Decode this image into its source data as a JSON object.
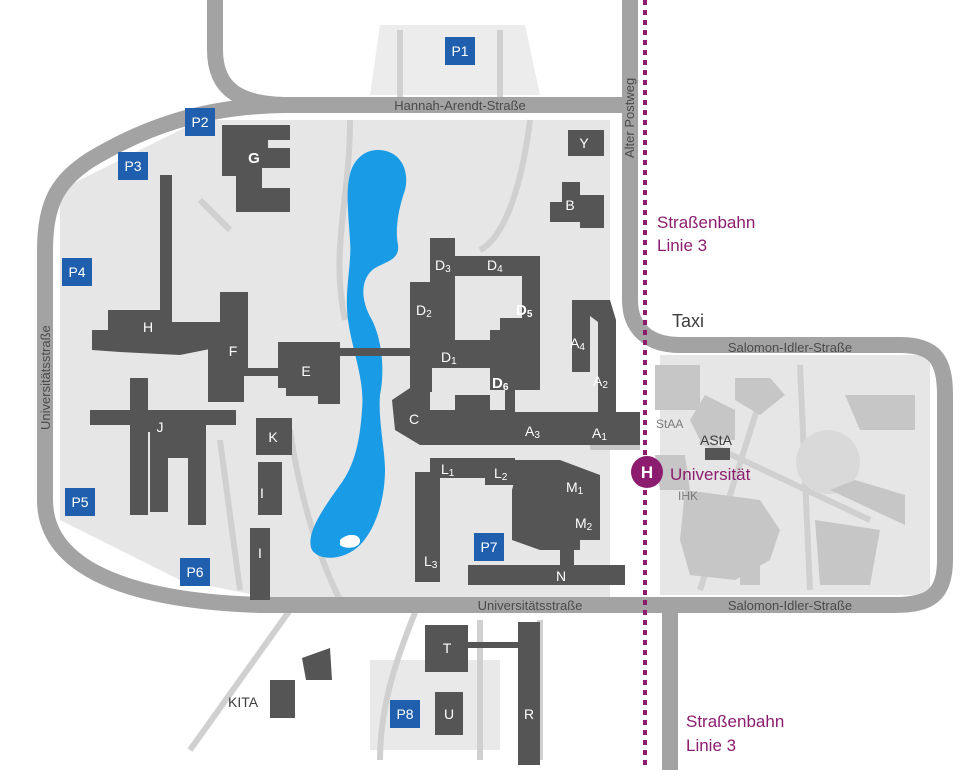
{
  "colors": {
    "road": "#a3a3a3",
    "area": "#e6e6e6",
    "path": "#cfcfcf",
    "building": "#555555",
    "building_light": "#c6c6c6",
    "lake": "#1a9be6",
    "parking": "#1f5fad",
    "tram": "#8c1d6e"
  },
  "streets": {
    "hannah": "Hannah-Arendt-Straße",
    "alter_postweg": "Alter Postweg",
    "universitaet_left": "Universitätsstraße",
    "universitaet_bottom": "Universitätsstraße",
    "salomon_top": "Salomon-Idler-Straße",
    "salomon_bottom": "Salomon-Idler-Straße"
  },
  "parking": [
    "P1",
    "P2",
    "P3",
    "P4",
    "P5",
    "P6",
    "P7",
    "P8"
  ],
  "buildings": {
    "G": "G",
    "Y": "Y",
    "B": "B",
    "H": "H",
    "F": "F",
    "E": "E",
    "J": "J",
    "K": "K",
    "I1": "I",
    "I2": "I",
    "D": "D",
    "D3": "3",
    "D4": "4",
    "D2": "2",
    "D5": "5",
    "D1": "1",
    "D6": "6",
    "C": "C",
    "A": "A",
    "A4": "4",
    "A2": "2",
    "A3": "3",
    "A1": "1",
    "L": "L",
    "L1": "1",
    "L2": "2",
    "L3": "3",
    "M": "M",
    "M1": "1",
    "M2": "2",
    "N": "N",
    "T": "T",
    "U": "U",
    "R": "R",
    "StAA": "StAA",
    "AStA": "AStA",
    "IHK": "IHK",
    "KITA": "KITA"
  },
  "transit": {
    "taxi": "Taxi",
    "tram_top_line1": "Straßenbahn",
    "tram_top_line2": "Linie 3",
    "tram_bottom_line1": "Straßenbahn",
    "tram_bottom_line2": "Linie 3",
    "stop_symbol": "H",
    "stop_name": "Universität"
  }
}
